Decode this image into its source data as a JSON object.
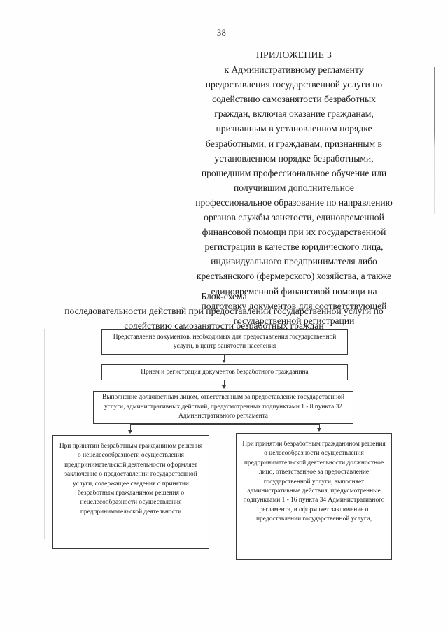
{
  "document": {
    "page_number": "38",
    "header": {
      "appendix_title": "ПРИЛОЖЕНИЕ 3",
      "lines": [
        "к Административному регламенту",
        "предоставления государственной услуги по",
        "содействию самозанятости безработных",
        "граждан, включая оказание гражданам,",
        "признанным в установленном порядке",
        "безработными, и гражданам, признанным в",
        "установленном порядке безработными,",
        "прошедшим профессиональное обучение или",
        "получившим дополнительное",
        "профессиональное образование по направлению",
        "органов службы занятости, единовременной",
        "финансовой помощи при их государственной",
        "регистрации в качестве юридического лица,",
        "индивидуального предпринимателя либо",
        "крестьянского (фермерского) хозяйства, а также",
        "единовременной финансовой помощи на",
        "подготовку документов для соответствующей",
        "государственной регистрации"
      ]
    },
    "scheme_title": {
      "line1": "Блок-схема",
      "line2": "последовательности действий при предоставлении государственной услуги по",
      "line3": "содействию самозанятости безработных граждан"
    },
    "flowchart": {
      "nodes": [
        {
          "id": "node-1",
          "text": "Представление документов, необходимых для предоставления государственной услуги, в центр занятости населения"
        },
        {
          "id": "node-2",
          "text": "Прием и регистрация документов безработного гражданина"
        },
        {
          "id": "node-3",
          "text": "Выполнение должностным лицом, ответственным за предоставление государственной услуги, административных действий, предусмотренных подпунктами 1 - 8 пункта 32 Административного регламента"
        },
        {
          "id": "node-4",
          "text": "При принятии безработным гражданином решения о нецелесообразности осуществления предпринимательской деятельности оформляет заключение о предоставлении государственной услуги, содержащее сведения о принятии безработным гражданином решения о нецелесообразности осуществления предпринимательской деятельности"
        },
        {
          "id": "node-5",
          "text": "При принятии безработным гражданином решения о целесообразности осуществления предпринимательской деятельности должностное лицо, ответственное за предоставление государственной услуги, выполняет административные действия, предусмотренные подпунктами 1 - 16 пункта 34 Административного регламента, и оформляет заключение о предоставлении государственной услуги,"
        }
      ]
    },
    "colors": {
      "page_background": "#fefefe",
      "text": "#1b1b1b",
      "box_border": "#3a3a3a"
    }
  }
}
